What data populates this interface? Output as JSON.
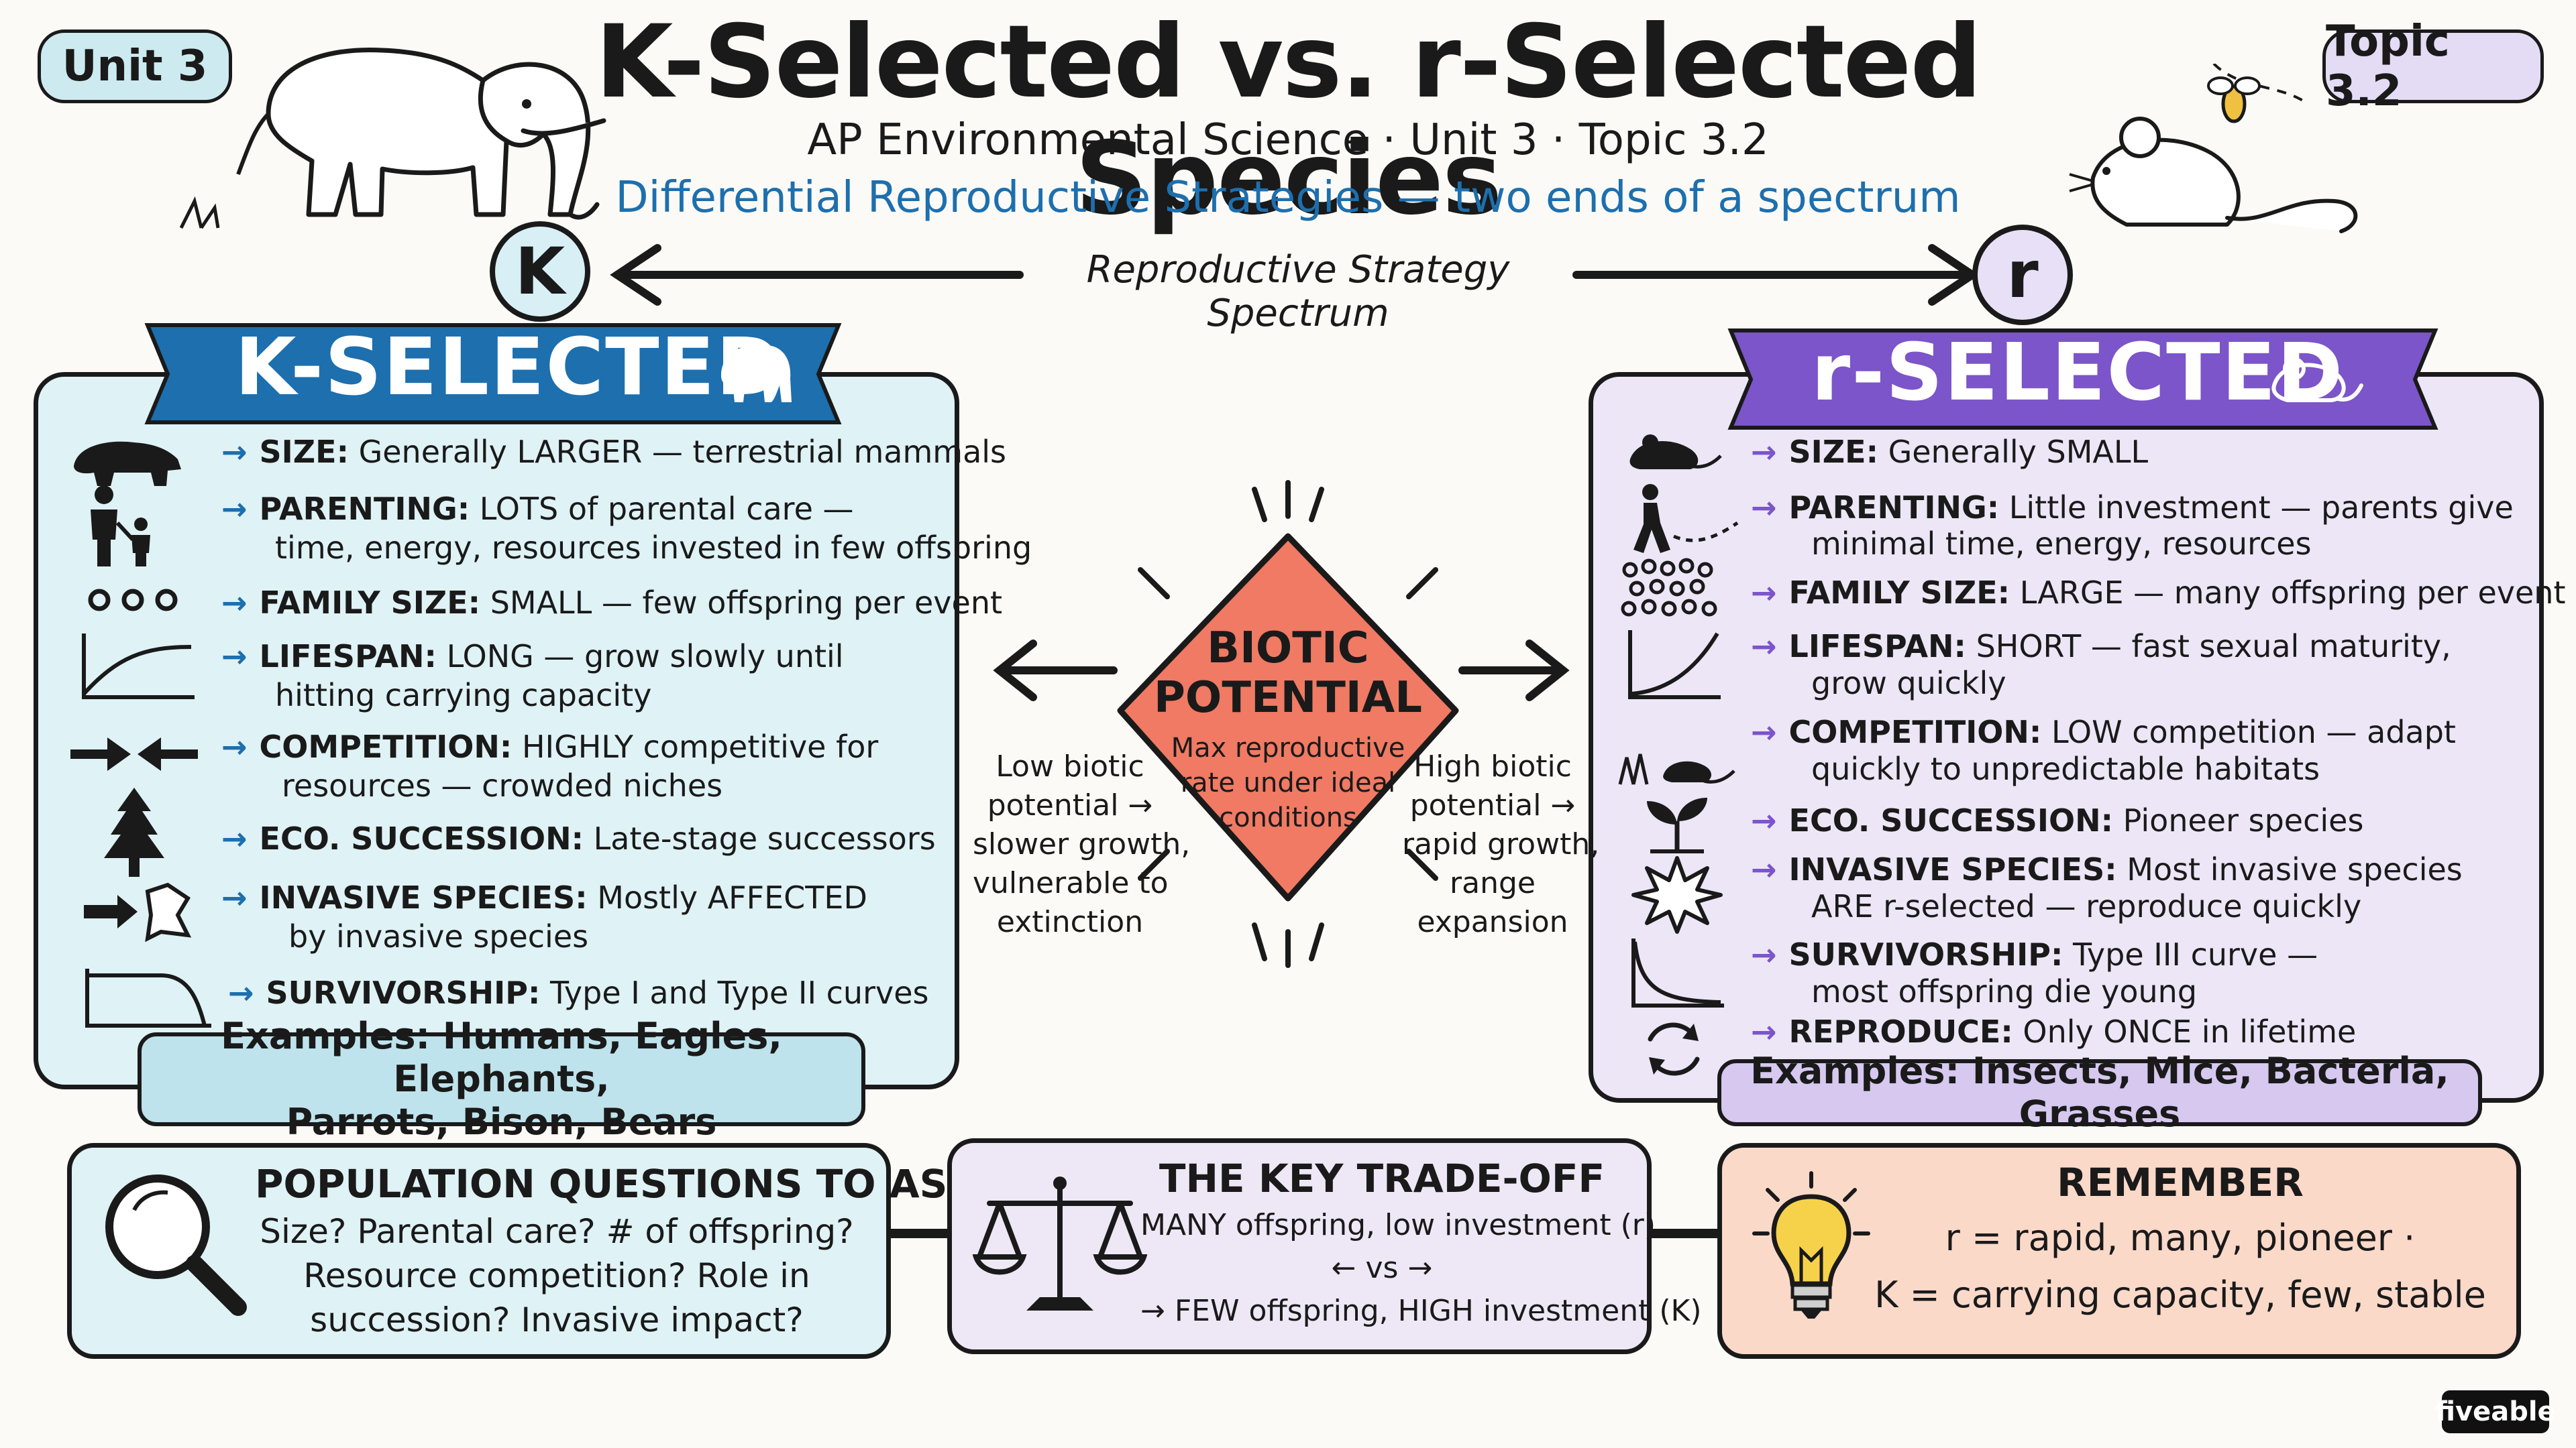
{
  "header": {
    "unit_badge": "Unit 3",
    "topic_badge": "Topic 3.2",
    "title": "K-Selected vs. r-Selected Species",
    "subtitle": "AP Environmental Science · Unit 3 · Topic 3.2",
    "tagline": "Differential Reproductive Strategies — two ends of a spectrum",
    "spectrum_label": "Reproductive Strategy Spectrum",
    "k_letter": "K",
    "r_letter": "r"
  },
  "k_panel": {
    "title": "K-SELECTED",
    "accent": "#1d6fae",
    "rows": [
      {
        "label": "SIZE:",
        "lines": [
          "Generally LARGER — terrestrial mammals"
        ],
        "icon": "bear-icon"
      },
      {
        "label": "PARENTING:",
        "lines": [
          "LOTS of parental care —",
          "time, energy, resources invested in few offspring"
        ],
        "icon": "parent-child-icon"
      },
      {
        "label": "FAMILY SIZE:",
        "lines": [
          "SMALL — few offspring per event"
        ],
        "icon": "three-dots-icon"
      },
      {
        "label": "LIFESPAN:",
        "lines": [
          "LONG — grow slowly until",
          "hitting carrying capacity"
        ],
        "icon": "logistic-curve-icon"
      },
      {
        "label": "COMPETITION:",
        "lines": [
          "HIGHLY competitive for",
          "resources — crowded niches"
        ],
        "icon": "opposing-arrows-icon"
      },
      {
        "label": "ECO. SUCCESSION:",
        "lines": [
          "Late-stage successors"
        ],
        "icon": "pine-tree-icon"
      },
      {
        "label": "INVASIVE SPECIES:",
        "lines": [
          "Mostly AFFECTED",
          "by invasive species"
        ],
        "icon": "invasion-arrow-icon"
      },
      {
        "label": "SURVIVORSHIP:",
        "lines": [
          "Type I and Type II curves"
        ],
        "icon": "type-one-curve-icon"
      }
    ],
    "examples": [
      "Examples: Humans, Eagles, Elephants,",
      "Parrots, Bison, Bears"
    ]
  },
  "r_panel": {
    "title": "r-SELECTED",
    "accent": "#7b55c9",
    "rows": [
      {
        "label": "SIZE:",
        "lines": [
          "Generally SMALL"
        ],
        "icon": "mouse-icon"
      },
      {
        "label": "PARENTING:",
        "lines": [
          "Little investment — parents give",
          "minimal time, energy, resources"
        ],
        "icon": "walking-away-icon"
      },
      {
        "label": "FAMILY SIZE:",
        "lines": [
          "LARGE — many offspring per event"
        ],
        "icon": "many-dots-icon"
      },
      {
        "label": "LIFESPAN:",
        "lines": [
          "SHORT — fast sexual maturity,",
          "grow quickly"
        ],
        "icon": "exponential-curve-icon"
      },
      {
        "label": "COMPETITION:",
        "lines": [
          "LOW competition — adapt",
          "quickly to unpredictable habitats"
        ],
        "icon": "mouse-grass-icon"
      },
      {
        "label": "ECO. SUCCESSION:",
        "lines": [
          "Pioneer species"
        ],
        "icon": "sprout-icon"
      },
      {
        "label": "INVASIVE SPECIES:",
        "lines": [
          "Most invasive species",
          "ARE r-selected — reproduce quickly"
        ],
        "icon": "burst-icon"
      },
      {
        "label": "SURVIVORSHIP:",
        "lines": [
          "Type III curve —",
          "most offspring die young"
        ],
        "icon": "type-three-curve-icon"
      },
      {
        "label": "REPRODUCE:",
        "lines": [
          "Only ONCE in lifetime"
        ],
        "icon": "cycle-icon"
      }
    ],
    "examples": [
      "Examples: Insects, Mice, Bacteria, Grasses"
    ]
  },
  "center": {
    "title": [
      "BIOTIC",
      "POTENTIAL"
    ],
    "desc": [
      "Max reproductive",
      "rate under ideal",
      "conditions"
    ],
    "diamond_color": "#f07a63",
    "left_note": [
      "Low biotic",
      "potential →",
      "slower growth,",
      "vulnerable to",
      "extinction"
    ],
    "right_note": [
      "High biotic",
      "potential →",
      "rapid growth,",
      "range",
      "expansion"
    ]
  },
  "bottom": {
    "questions": {
      "title": "POPULATION QUESTIONS TO ASK",
      "lines": [
        "Size? Parental care? # of offspring?",
        "Resource competition? Role in",
        "succession? Invasive impact?"
      ]
    },
    "tradeoff": {
      "title": "THE KEY TRADE-OFF",
      "lines": [
        "MANY offspring, low investment (r)",
        "← vs →",
        "→ FEW offspring, HIGH investment (K)"
      ]
    },
    "remember": {
      "title": "REMEMBER",
      "lines": [
        "r = rapid, many, pioneer ·",
        "K = carrying capacity, few, stable"
      ]
    }
  },
  "brand": "fiveable"
}
